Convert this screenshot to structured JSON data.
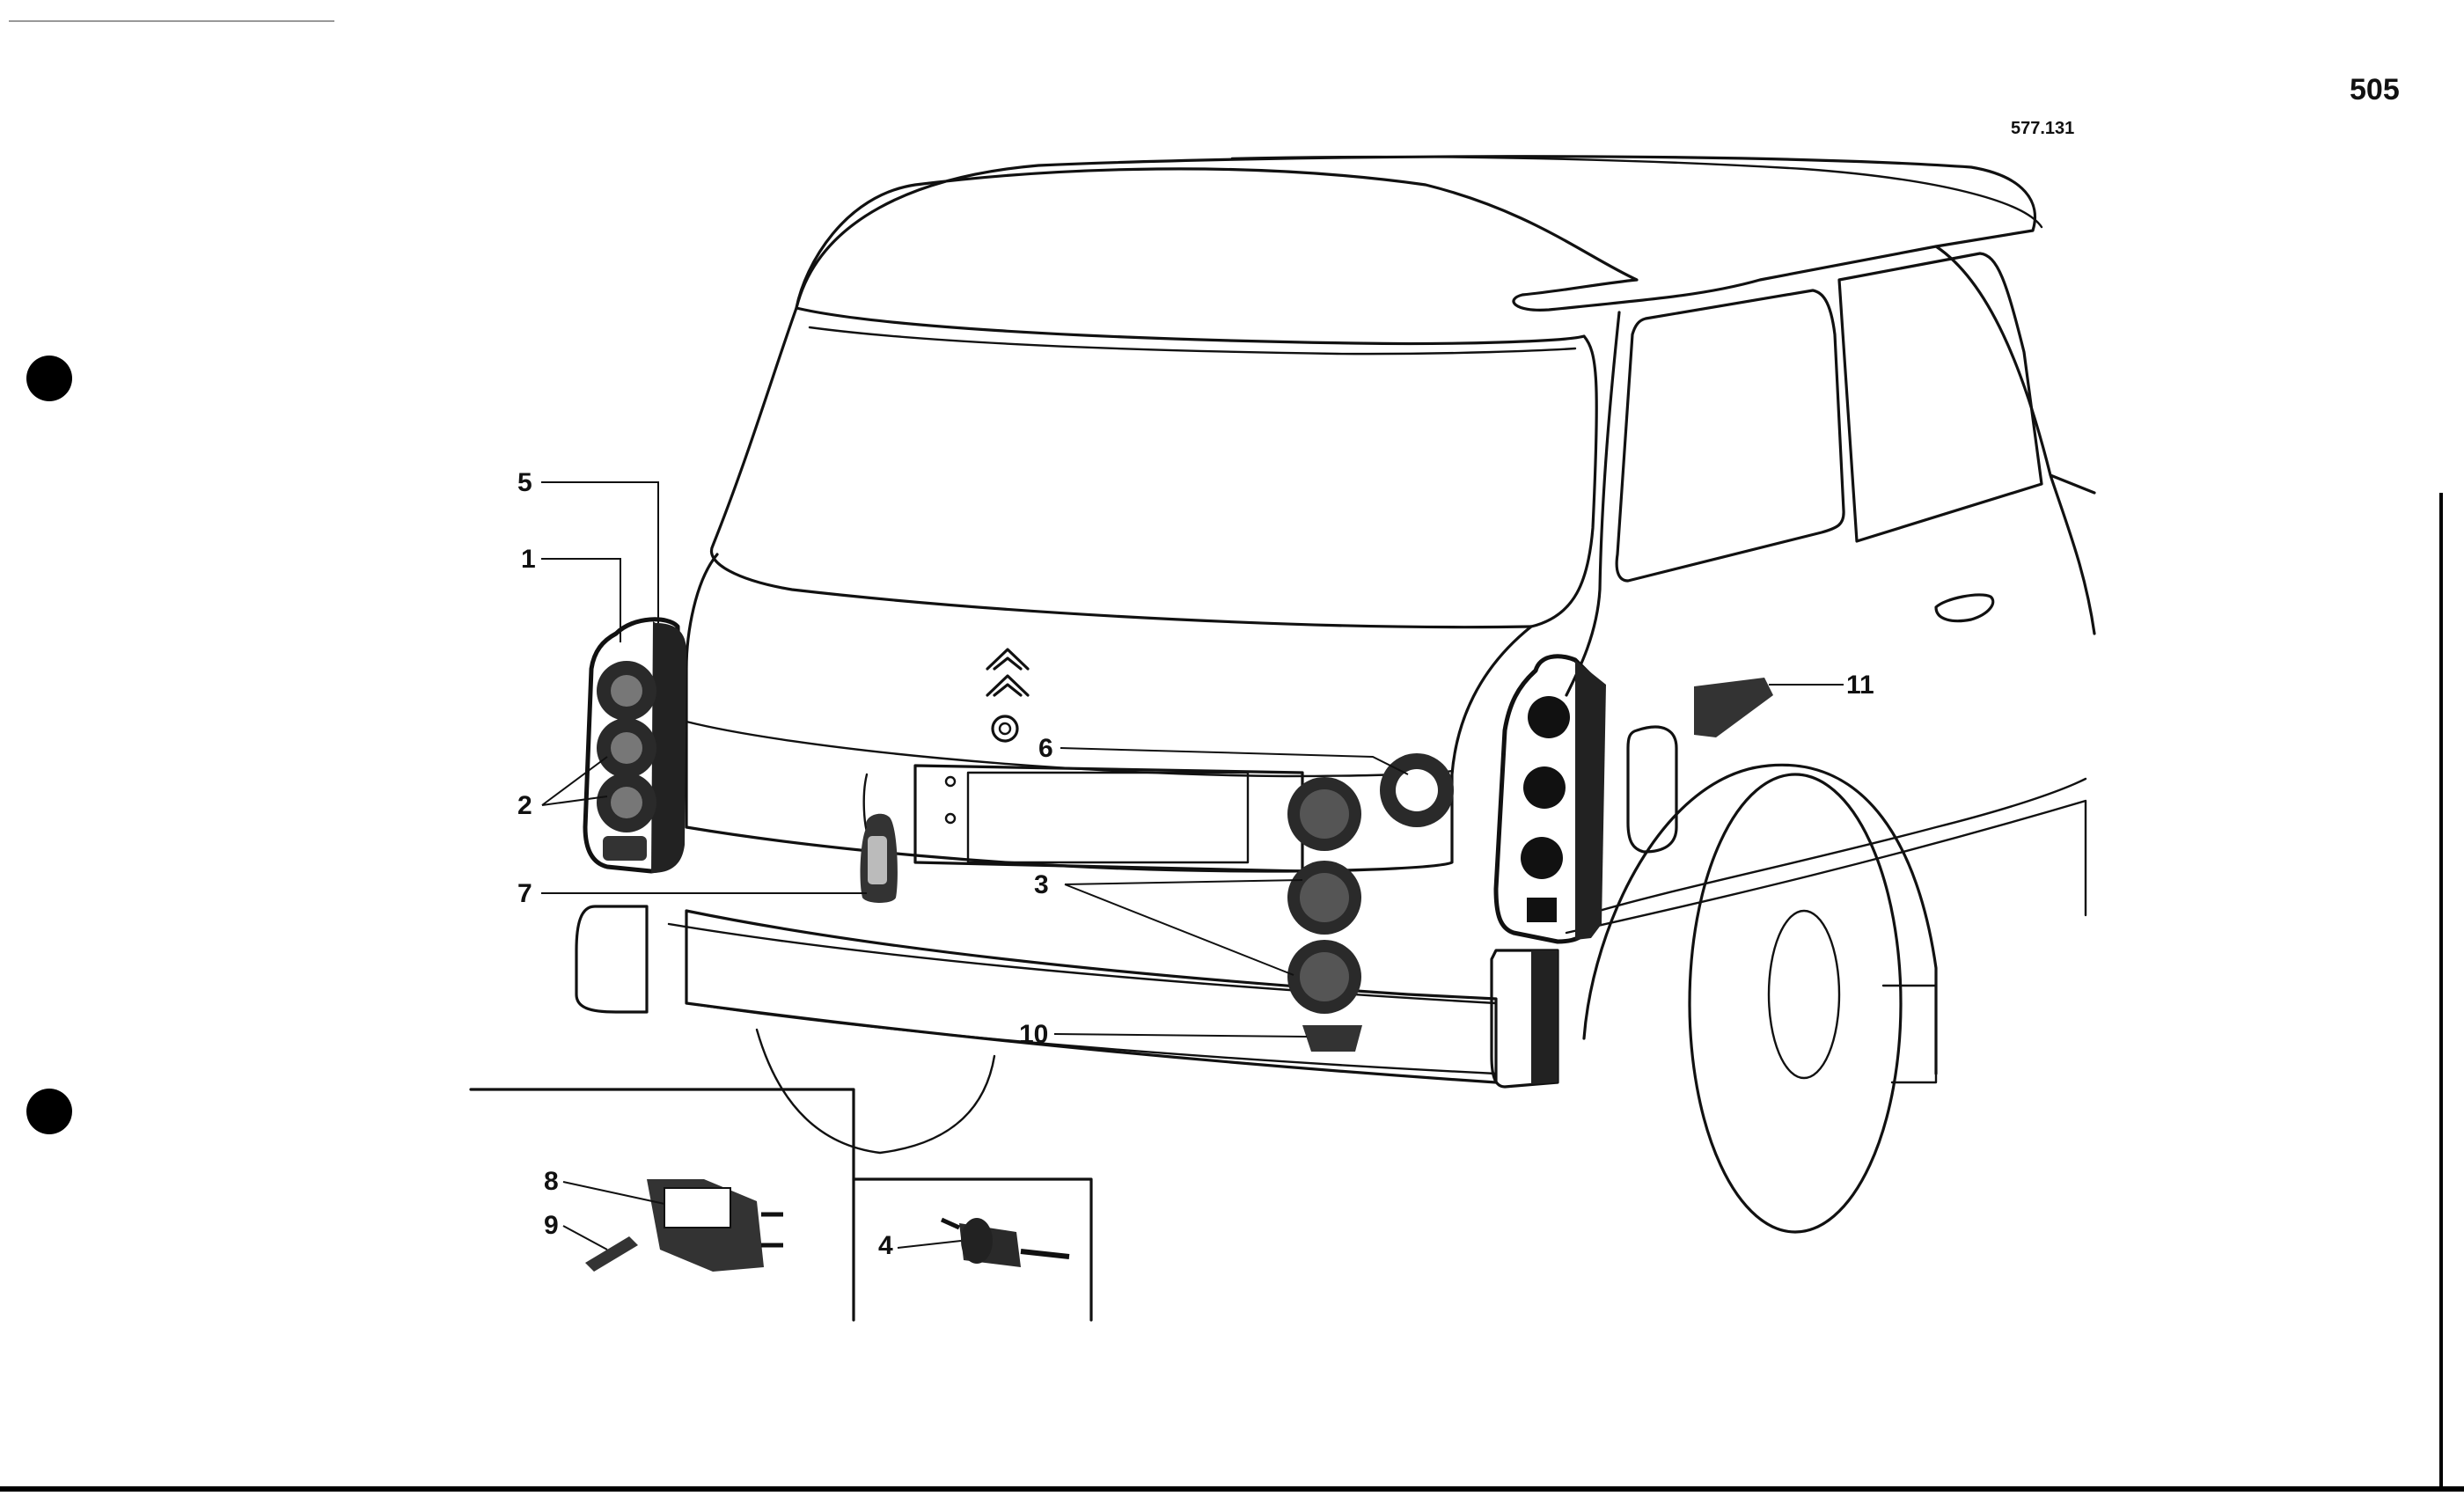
{
  "page": {
    "number": "505",
    "drawing_ref": "577.131"
  },
  "callouts": [
    {
      "id": "5",
      "text": "5"
    },
    {
      "id": "1",
      "text": "1"
    },
    {
      "id": "2",
      "text": "2"
    },
    {
      "id": "7",
      "text": "7"
    },
    {
      "id": "6",
      "text": "6"
    },
    {
      "id": "3",
      "text": "3"
    },
    {
      "id": "10",
      "text": "10"
    },
    {
      "id": "11",
      "text": "11"
    },
    {
      "id": "8",
      "text": "8"
    },
    {
      "id": "9",
      "text": "9"
    },
    {
      "id": "4",
      "text": "4"
    }
  ]
}
